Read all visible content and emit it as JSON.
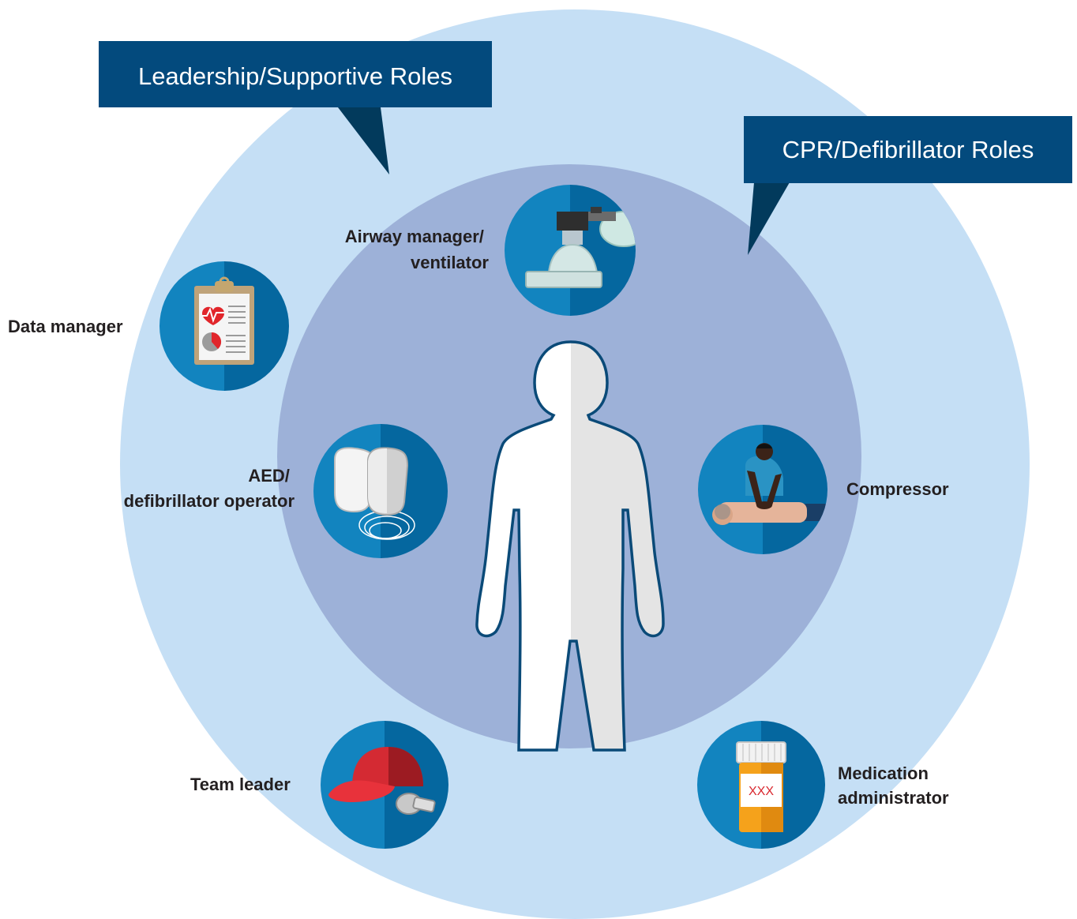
{
  "callouts": {
    "leadership": "Leadership/Supportive Roles",
    "cpr": "CPR/Defibrillator Roles"
  },
  "roles": {
    "airway": {
      "line1": "Airway manager/",
      "line2": "ventilator",
      "icon": "bag-valve-mask-icon"
    },
    "data_manager": {
      "line1": "Data manager",
      "icon": "clipboard-chart-icon"
    },
    "aed": {
      "line1": "AED/",
      "line2": "defibrillator operator",
      "icon": "defibrillator-paddles-icon"
    },
    "compressor": {
      "line1": "Compressor",
      "icon": "cpr-compression-icon"
    },
    "team_leader": {
      "line1": "Team leader",
      "icon": "cap-whistle-icon"
    },
    "medication": {
      "line1": "Medication",
      "line2": "administrator",
      "icon": "pill-bottle-icon",
      "bottle_label": "XXX"
    }
  },
  "colors": {
    "outer_ring": "#c5dff5",
    "inner_ring": "#9db1d8",
    "callout_box": "#034a7d",
    "callout_pointer": "#023a5c",
    "icon_circle_left": "#1284bf",
    "icon_circle_right": "#05679f",
    "figure_outline": "#0a4a78",
    "label_text": "#231f20"
  }
}
